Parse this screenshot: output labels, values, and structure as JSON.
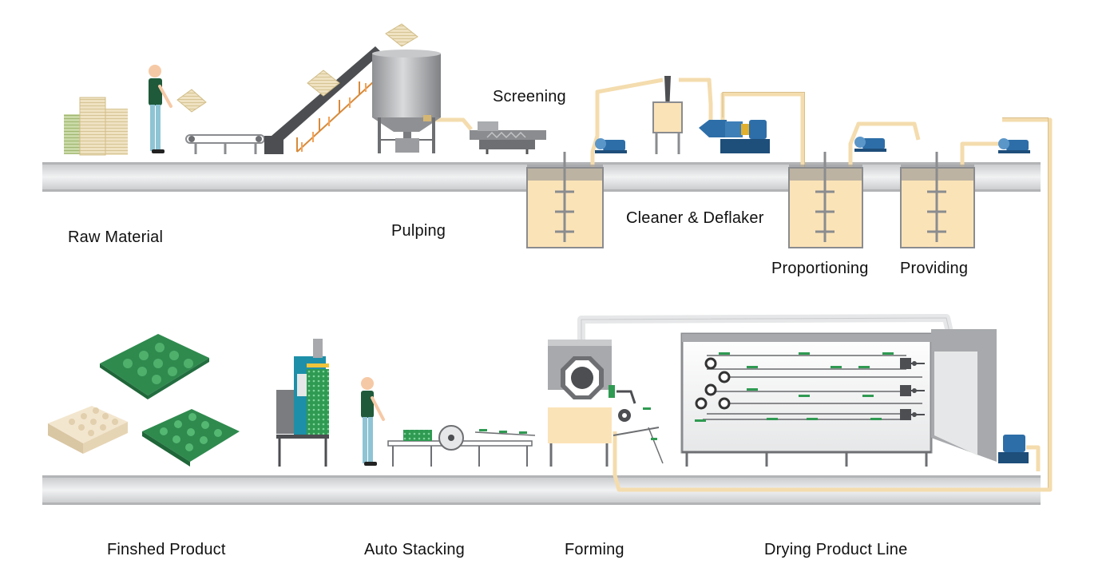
{
  "labels": {
    "raw_material": "Raw Material",
    "pulping": "Pulping",
    "screening": "Screening",
    "cleaner_deflaker": "Cleaner & Deflaker",
    "proportioning": "Proportioning",
    "providing": "Providing",
    "finished_product": "Finshed Product",
    "auto_stacking": "Auto Stacking",
    "forming": "Forming",
    "drying_product_line": "Drying Product Line"
  },
  "colors": {
    "floor": "#cfd1d3",
    "pipe": "#f4dcae",
    "pulp": "#fbe3b8",
    "machine_grey": "#a7a9ac",
    "pump_blue": "#2d6ea8",
    "tray_green": "#2f8a4e",
    "worker_shirt": "#1f5a3a",
    "worker_pants": "#8ec4d4"
  }
}
